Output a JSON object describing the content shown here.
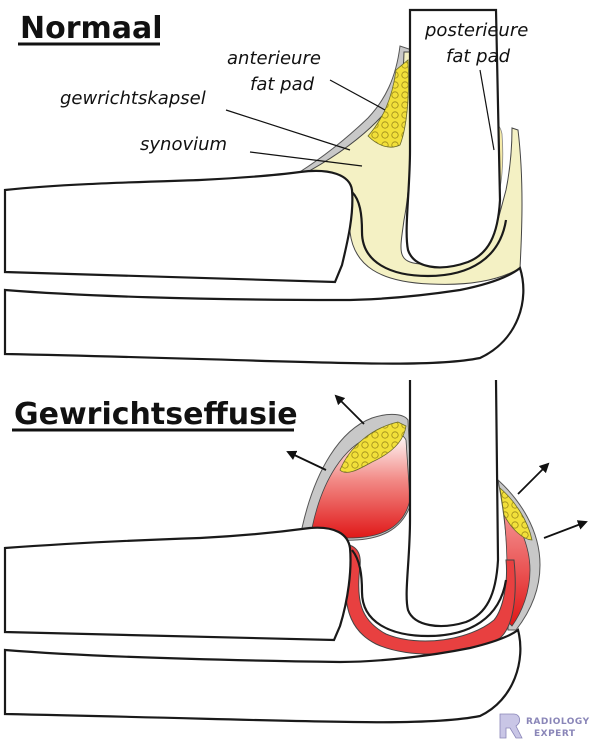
{
  "panels": {
    "normal": {
      "title": "Normaal",
      "labels": {
        "anterior_fat_pad_line1": "anterieure",
        "anterior_fat_pad_line2": "fat pad",
        "posterior_fat_pad_line1": "posterieure",
        "posterior_fat_pad_line2": "fat pad",
        "joint_capsule": "gewrichtskapsel",
        "synovium": "synovium"
      }
    },
    "effusion": {
      "title": "Gewrichtseffusie"
    }
  },
  "watermark": {
    "line1": "RADIOLOGY",
    "line2": "EXPERT"
  },
  "colors": {
    "outline": "#1a1a1a",
    "fluid_normal": "#f4f1c4",
    "fat": "#f2e03a",
    "capsule": "#b8b8b8",
    "effusion_red": "#e02020",
    "watermark": "#8a86b8"
  }
}
